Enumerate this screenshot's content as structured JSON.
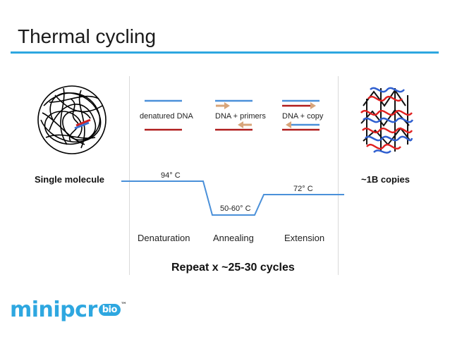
{
  "title": "Thermal cycling",
  "left_label": "Single molecule",
  "right_label": "~1B copies",
  "panels": {
    "denatured": "denatured DNA",
    "primers": "DNA + primers",
    "copy": "DNA + copy"
  },
  "temperatures": {
    "denaturation": "94° C",
    "annealing": "50-60° C",
    "extension": "72° C"
  },
  "steps": {
    "denaturation": "Denaturation",
    "annealing": "Annealing",
    "extension": "Extension"
  },
  "repeat": "Repeat x ~25-30 cycles",
  "logo": {
    "text": "minipcr",
    "badge": "bio",
    "tm": "™"
  },
  "colors": {
    "accent": "#2ea7e0",
    "strand_blue": "#4a90d9",
    "strand_red": "#b01c1c",
    "primer": "#d8a57a",
    "temperature_line": "#4a90d9"
  }
}
